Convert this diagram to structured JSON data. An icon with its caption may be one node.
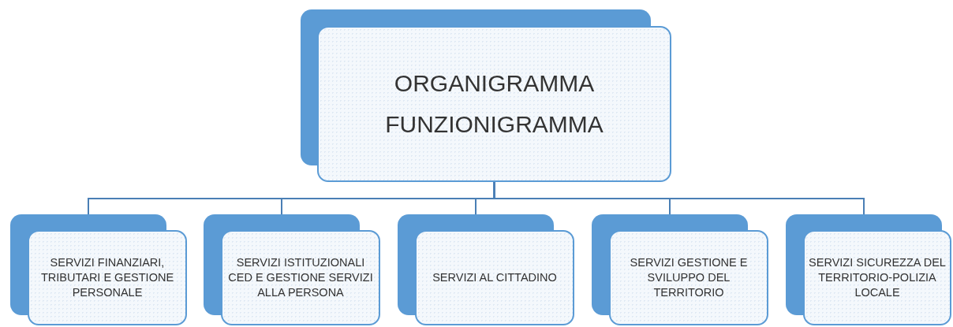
{
  "diagram": {
    "nodes": [
      {
        "text": [
          "ORGANIGRAMMA FUNZIONIGRAMMA"
        ]
      },
      {
        "text": [
          "SERVIZI FINANZIARI, TRIBUTARI E GESTIONE PERSONALE"
        ]
      },
      {
        "text": [
          "SERVIZI ISTITUZIONALI CED E GESTIONE SERVIZI ALLA PERSONA"
        ]
      },
      {
        "text": [
          "SERVIZI AL CITTADINO"
        ]
      },
      {
        "text": [
          "SERVIZI GESTIONE E SVILUPPO DEL TERRITORIO"
        ]
      },
      {
        "text": [
          "SERVIZI SICUREZZA DEL TERRITORIO-POLIZIA LOCALE"
        ]
      }
    ],
    "edges": [
      {
        "from": 0,
        "to": 1,
        "arrow": "none"
      },
      {
        "from": 0,
        "to": 2,
        "arrow": "none"
      },
      {
        "from": 0,
        "to": 3,
        "arrow": "none"
      },
      {
        "from": 0,
        "to": 4,
        "arrow": "none"
      },
      {
        "from": 0,
        "to": 5,
        "arrow": "none"
      }
    ]
  }
}
